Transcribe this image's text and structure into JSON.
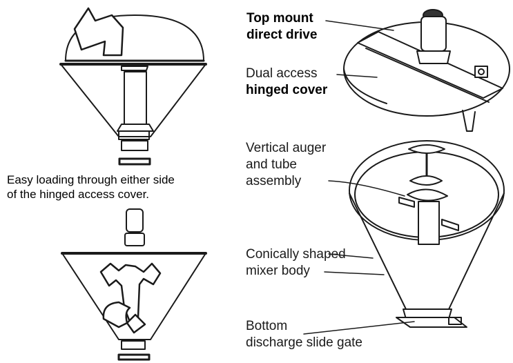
{
  "caption": {
    "line1": "Easy loading through either side",
    "line2": "of the hinged access cover."
  },
  "labels": {
    "drive": {
      "line1": "Top mount",
      "line2": "direct drive"
    },
    "cover": {
      "line1": "Dual access",
      "line2": "hinged cover"
    },
    "auger": {
      "line1": "Vertical auger",
      "line2": "and tube",
      "line3": "assembly"
    },
    "body": {
      "line1": "Conically shaped",
      "line2": "mixer body"
    },
    "gate": {
      "line1": "Bottom",
      "line2": "discharge slide gate"
    }
  },
  "colors": {
    "ink": "#1a1a1a",
    "paper": "#ffffff"
  }
}
